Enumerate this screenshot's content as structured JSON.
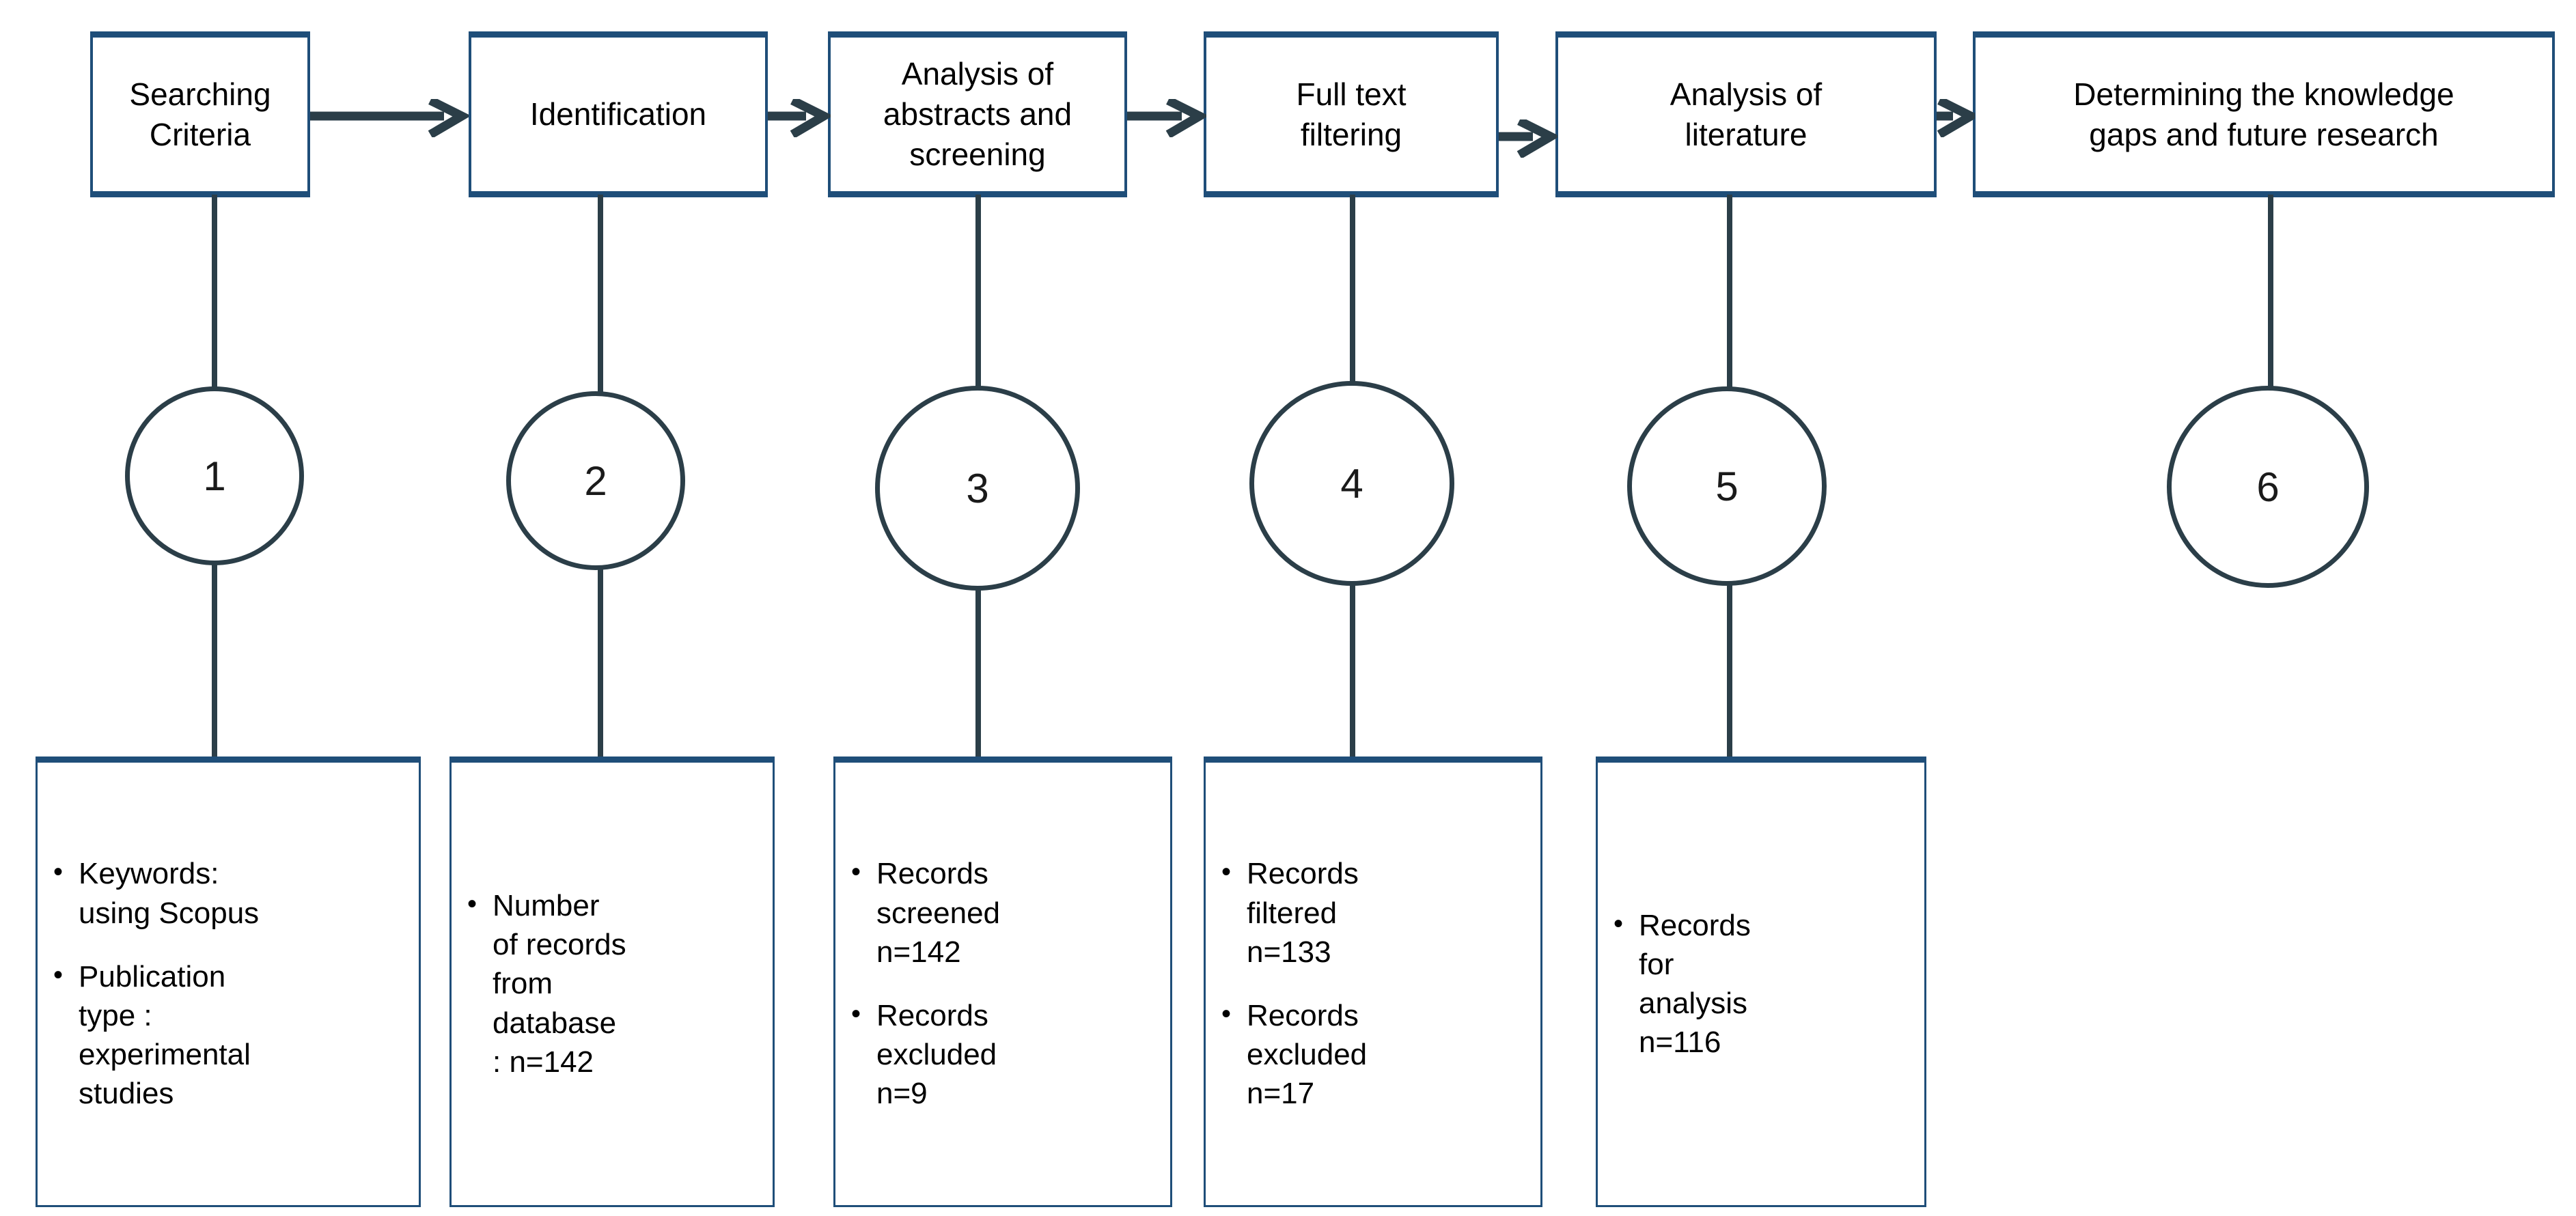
{
  "diagram": {
    "title": "Literature review methodology flowchart",
    "accent_color": "#1f4e79",
    "line_color": "#2b3e48",
    "background_color": "#ffffff"
  },
  "stages": [
    {
      "id": "stage-1",
      "label": "Searching\nCriteria"
    },
    {
      "id": "stage-2",
      "label": "Identification"
    },
    {
      "id": "stage-3",
      "label": "Analysis of\nabstracts and\nscreening"
    },
    {
      "id": "stage-4",
      "label": "Full text\nfiltering"
    },
    {
      "id": "stage-5",
      "label": "Analysis of\nliterature"
    },
    {
      "id": "stage-6",
      "label": "Determining the knowledge\ngaps and future research"
    }
  ],
  "steps": [
    {
      "id": "step-1",
      "number": "1"
    },
    {
      "id": "step-2",
      "number": "2"
    },
    {
      "id": "step-3",
      "number": "3"
    },
    {
      "id": "step-4",
      "number": "4"
    },
    {
      "id": "step-5",
      "number": "5"
    },
    {
      "id": "step-6",
      "number": "6"
    }
  ],
  "details": [
    {
      "id": "detail-1",
      "bullets": [
        {
          "marker": "•",
          "text": "Keywords:\nusing Scopus"
        },
        {
          "marker": "•",
          "text": "Publication\ntype :\nexperimental\nstudies"
        }
      ]
    },
    {
      "id": "detail-2",
      "bullets": [
        {
          "marker": "•",
          "text": "Number\nof records\nfrom\ndatabase\n: n=142"
        }
      ]
    },
    {
      "id": "detail-3",
      "bullets": [
        {
          "marker": "•",
          "text": "Records\nscreened\nn=142"
        },
        {
          "marker": "•",
          "text": "Records\nexcluded\nn=9"
        }
      ]
    },
    {
      "id": "detail-4",
      "bullets": [
        {
          "marker": "•",
          "text": "Records\nfiltered\nn=133"
        },
        {
          "marker": "•",
          "text": "Records\nexcluded\nn=17"
        }
      ]
    },
    {
      "id": "detail-5",
      "bullets": [
        {
          "marker": "•",
          "text": "Records\nfor\nanalysis\nn=116"
        }
      ]
    }
  ]
}
